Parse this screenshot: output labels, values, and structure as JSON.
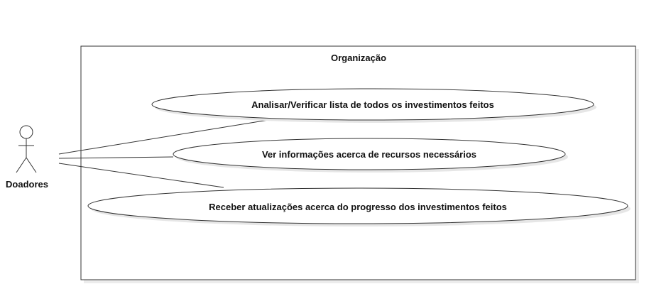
{
  "system_boundary": {
    "title": "Organização"
  },
  "actor": {
    "name": "Doadores"
  },
  "use_cases": [
    {
      "label": "Analisar/Verificar lista de todos os investimentos feitos"
    },
    {
      "label": "Ver informações acerca de recursos necessários"
    },
    {
      "label": "Receber atualizações acerca do progresso dos investimentos feitos"
    }
  ],
  "colors": {
    "stroke": "#333333",
    "shadow": "#e6e6e6",
    "fill": "#ffffff"
  }
}
